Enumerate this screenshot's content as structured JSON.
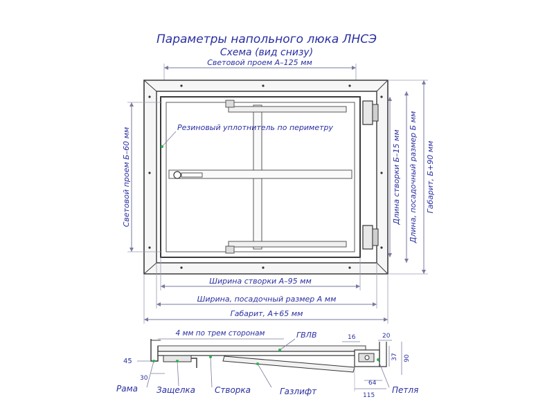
{
  "title": "Параметры напольного люка ЛНСЭ",
  "subtitle": "Схема (вид снизу)",
  "dims": {
    "light_opening_a": "Световой проем А–125 мм",
    "light_opening_b": "Световой проем Б–60 мм",
    "seal": "Резиновый уплотнитель по периметру",
    "sash_width": "Ширина створки А–95 мм",
    "mount_width": "Ширина, посадочный размер А мм",
    "overall_a": "Габарит, А+65 мм",
    "sash_length": "Длина створки Б–15 мм",
    "mount_length": "Длина, посадочный размер Б мм",
    "overall_b": "Габарит, Б+90 мм"
  },
  "section": {
    "three_sides": "4 мм по трем сторонам",
    "gvlv": "ГВЛВ",
    "n45": "45",
    "n30": "30",
    "n16": "16",
    "n20": "20",
    "n37": "37",
    "n90": "90",
    "n64": "64",
    "n115": "115",
    "frame": "Рама",
    "latch": "Защелка",
    "sash": "Створка",
    "gaslift": "Газлифт",
    "hinge": "Петля"
  },
  "colors": {
    "label": "#2a2fa0",
    "frame": "#3a3a3a",
    "dim_line": "#8080a0",
    "leader_dot": "#2bb24c"
  }
}
